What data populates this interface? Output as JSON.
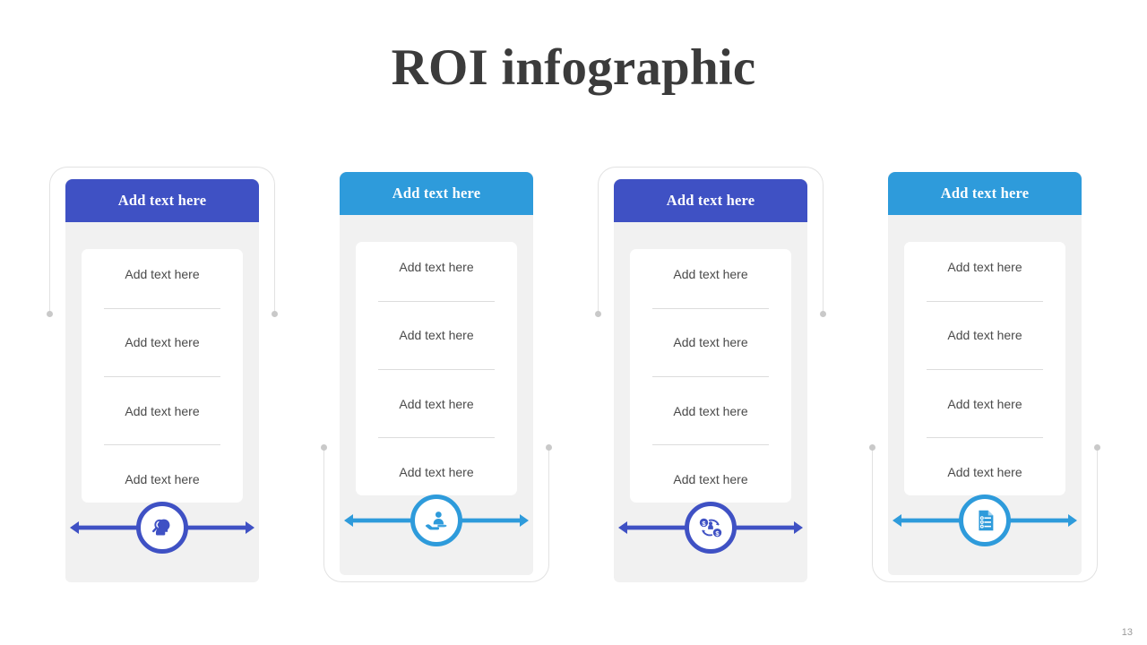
{
  "slide": {
    "title": "ROI infographic",
    "page_number": "13",
    "background_color": "#FFFFFF",
    "title_color": "#3B3B3B"
  },
  "theme": {
    "dark_blue": "#3F51C4",
    "light_blue": "#2E9BDB",
    "card_body": "#F1F1F1",
    "panel_white": "#FFFFFF",
    "separator": "#DCDCDC",
    "bracket_line": "#E2E2E2",
    "bracket_dot": "#C9C9C9",
    "body_text": "#4A4A4A"
  },
  "columns": [
    {
      "id": "column-1",
      "header_label": "Add text here",
      "accent_color": "#3F51C4",
      "bracket_direction": "up",
      "icon_name": "head-idea-search-icon",
      "rows": [
        "Add text here",
        "Add text here",
        "Add text here",
        "Add text here"
      ]
    },
    {
      "id": "column-2",
      "header_label": "Add text here",
      "accent_color": "#2E9BDB",
      "bracket_direction": "down",
      "icon_name": "hand-holding-person-icon",
      "rows": [
        "Add text here",
        "Add text here",
        "Add text here",
        "Add text here"
      ]
    },
    {
      "id": "column-3",
      "header_label": "Add text here",
      "accent_color": "#3F51C4",
      "bracket_direction": "up",
      "icon_name": "money-exchange-icon",
      "rows": [
        "Add text here",
        "Add text here",
        "Add text here",
        "Add text here"
      ]
    },
    {
      "id": "column-4",
      "header_label": "Add text here",
      "accent_color": "#2E9BDB",
      "bracket_direction": "down",
      "icon_name": "document-checklist-icon",
      "rows": [
        "Add text here",
        "Add text here",
        "Add text here",
        "Add text here"
      ]
    }
  ]
}
